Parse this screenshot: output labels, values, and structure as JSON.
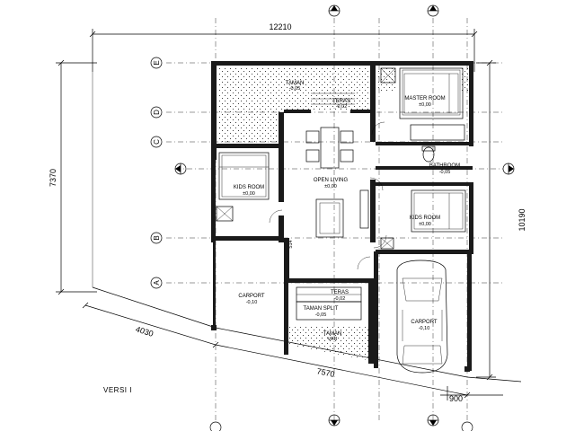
{
  "dimensions": {
    "top": "12210",
    "left": "7370",
    "right": "10190",
    "bottom": "7570",
    "bottom_left": "4030",
    "bottom_right": "900",
    "small": "514"
  },
  "grid_labels": [
    "E",
    "D",
    "C",
    "B",
    "A"
  ],
  "rooms": {
    "taman_top": {
      "name": "TAMAN",
      "level": "-0,05"
    },
    "teras_top": {
      "name": "TERAS",
      "level": "-0,02"
    },
    "master_room": {
      "name": "MASTER ROOM",
      "level": "±0,00"
    },
    "kids_room_left": {
      "name": "KIDS ROOM",
      "level": "±0,00"
    },
    "open_living": {
      "name": "OPEN LIVING",
      "level": "±0,00"
    },
    "bathroom": {
      "name": "BATHROOM",
      "level": "-0,05"
    },
    "kids_room_right": {
      "name": "KIDS ROOM",
      "level": "±0,00"
    },
    "carport_left": {
      "name": "CARPORT",
      "level": "-0,10"
    },
    "teras_bottom": {
      "name": "TERAS",
      "level": "-0,02"
    },
    "taman_split": {
      "name": "TAMAN SPLIT",
      "level": "-0,05"
    },
    "taman_bottom": {
      "name": "TAMAN",
      "level": "VAR"
    },
    "carport_right": {
      "name": "CARPORT",
      "level": "-0,10"
    }
  },
  "version_label": "VERSI I",
  "colors": {
    "wall": "#1a1a1a",
    "line": "#000000",
    "background": "#ffffff"
  }
}
